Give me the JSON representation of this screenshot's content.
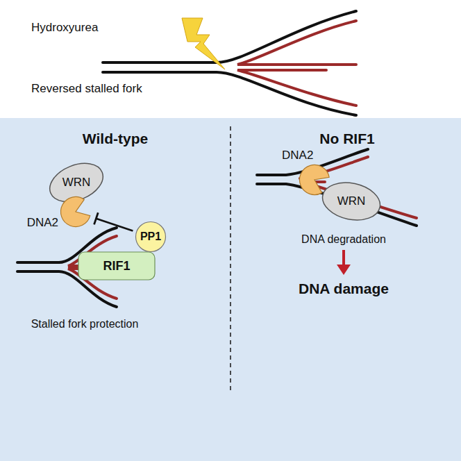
{
  "diagram": {
    "nodes": [
      {
        "text": [
          "WRN"
        ]
      },
      {
        "text": [
          "DNA2"
        ]
      },
      {
        "text": [
          "PP1"
        ]
      },
      {
        "text": [
          "RIF1"
        ]
      },
      {
        "text": [
          "DNA2"
        ]
      },
      {
        "text": [
          "WRN"
        ]
      }
    ],
    "edges": [
      {
        "from": 2,
        "to": 1,
        "arrow": "to"
      }
    ],
    "labels": [
      "Hydroxyurea",
      "Reversed stalled fork",
      "Wild-type",
      "No RIF1",
      "Stalled fork protection",
      "DNA degradation",
      "DNA damage"
    ]
  }
}
